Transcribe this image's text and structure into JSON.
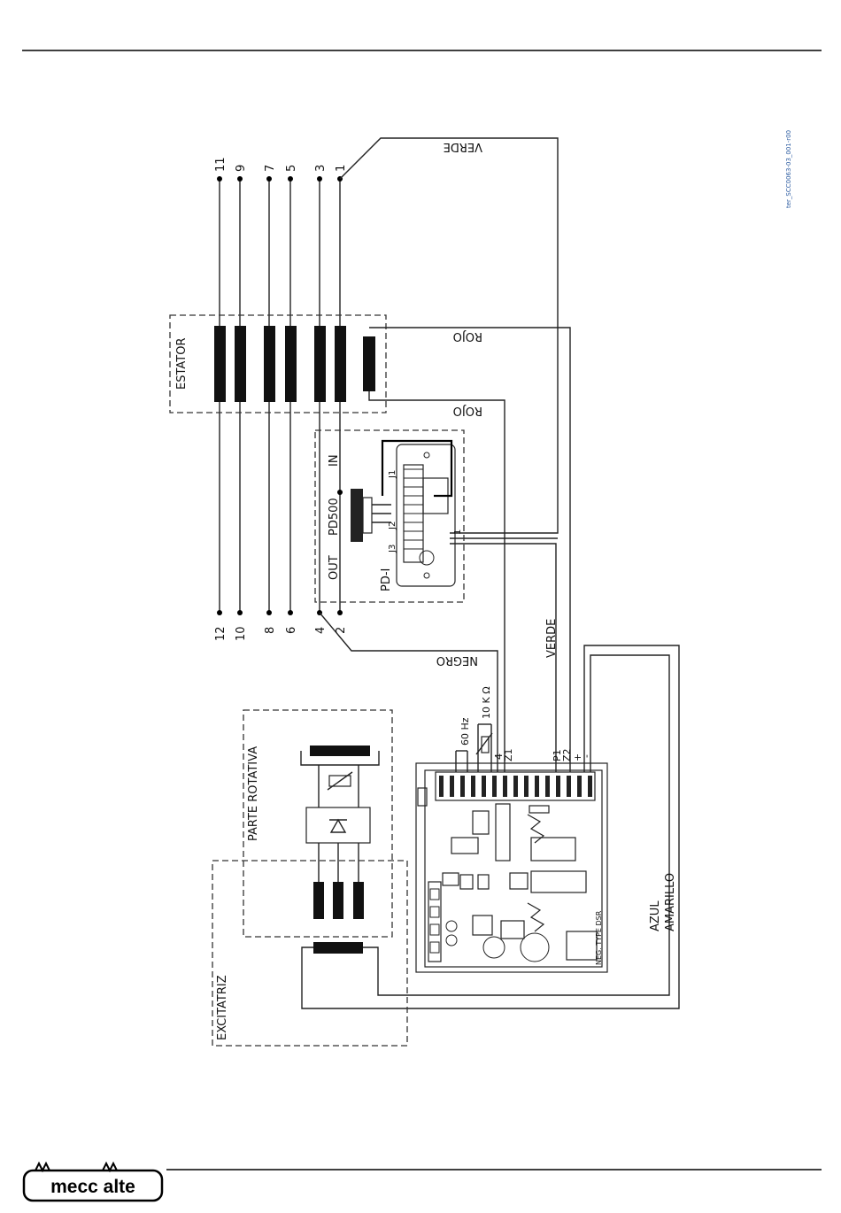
{
  "doc_code": "ter_SCC0063-03_001-r00",
  "brand": {
    "logo_text": "mecc alte"
  },
  "boxes": {
    "estator": "ESTATOR",
    "parte_rotativa": "PARTE ROTATIVA",
    "excitatriz": "EXCITATRIZ"
  },
  "terminals": {
    "top": [
      "11",
      "9",
      "7",
      "5",
      "3",
      "1"
    ],
    "bottom": [
      "12",
      "10",
      "8",
      "6",
      "4",
      "2"
    ]
  },
  "pd_module": {
    "name": "PD500",
    "model": "PD-I",
    "in_label": "IN",
    "out_label": "OUT",
    "connectors": [
      "J1",
      "J2",
      "J3"
    ],
    "pin_one": "1"
  },
  "wires": {
    "verde_top": "VERDE",
    "rojo_1": "ROJO",
    "rojo_2": "ROJO",
    "negro": "NEGRO",
    "verde_mid": "VERDE",
    "azul": "AZUL",
    "amarillo": "AMARILLO"
  },
  "regulator": {
    "freq_label": "60 Hz",
    "resistor_label": "10 K Ω",
    "terminal_labels": [
      "4",
      "Z1",
      "P1",
      "Z2",
      "+",
      "-"
    ],
    "board_text": "NEG. TYPE DSR"
  }
}
